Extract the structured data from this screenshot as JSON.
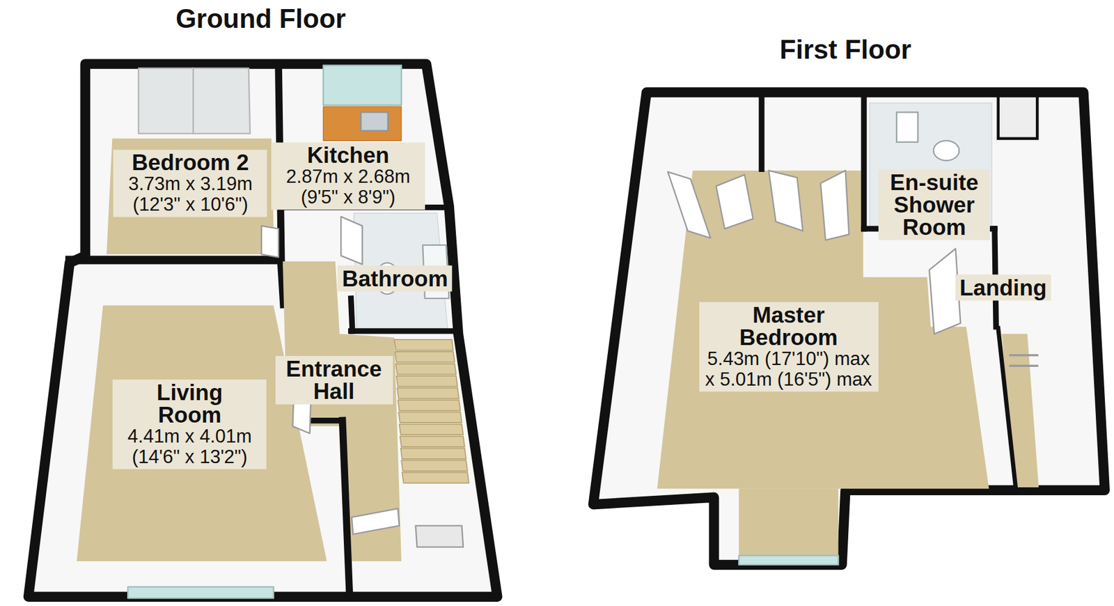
{
  "diagram": {
    "nodes": [
      {
        "text": [
          "Ground Floor"
        ]
      },
      {
        "text": [
          "Bedroom 2",
          "3.73m x 3.19m (12'3\" x 10'6\")"
        ],
        "in": 0
      },
      {
        "text": [
          "Kitchen",
          "2.87m x 2.68m (9'5\" x 8'9\")"
        ],
        "in": 0
      },
      {
        "text": [
          "Bathroom"
        ],
        "in": 0
      },
      {
        "text": [
          "Living Room",
          "4.41m x 4.01m (14'6\" x 13'2\")"
        ],
        "in": 0
      },
      {
        "text": [
          "Entrance Hall"
        ],
        "in": 0
      },
      {
        "text": [
          "First Floor"
        ]
      },
      {
        "text": [
          "En-suite Shower Room"
        ],
        "in": 6
      },
      {
        "text": [
          "Master Bedroom",
          "5.43m (17'10\") max x 5.01m (16'5\") max"
        ],
        "in": 6
      },
      {
        "text": [
          "Landing"
        ],
        "in": 6
      }
    ]
  }
}
